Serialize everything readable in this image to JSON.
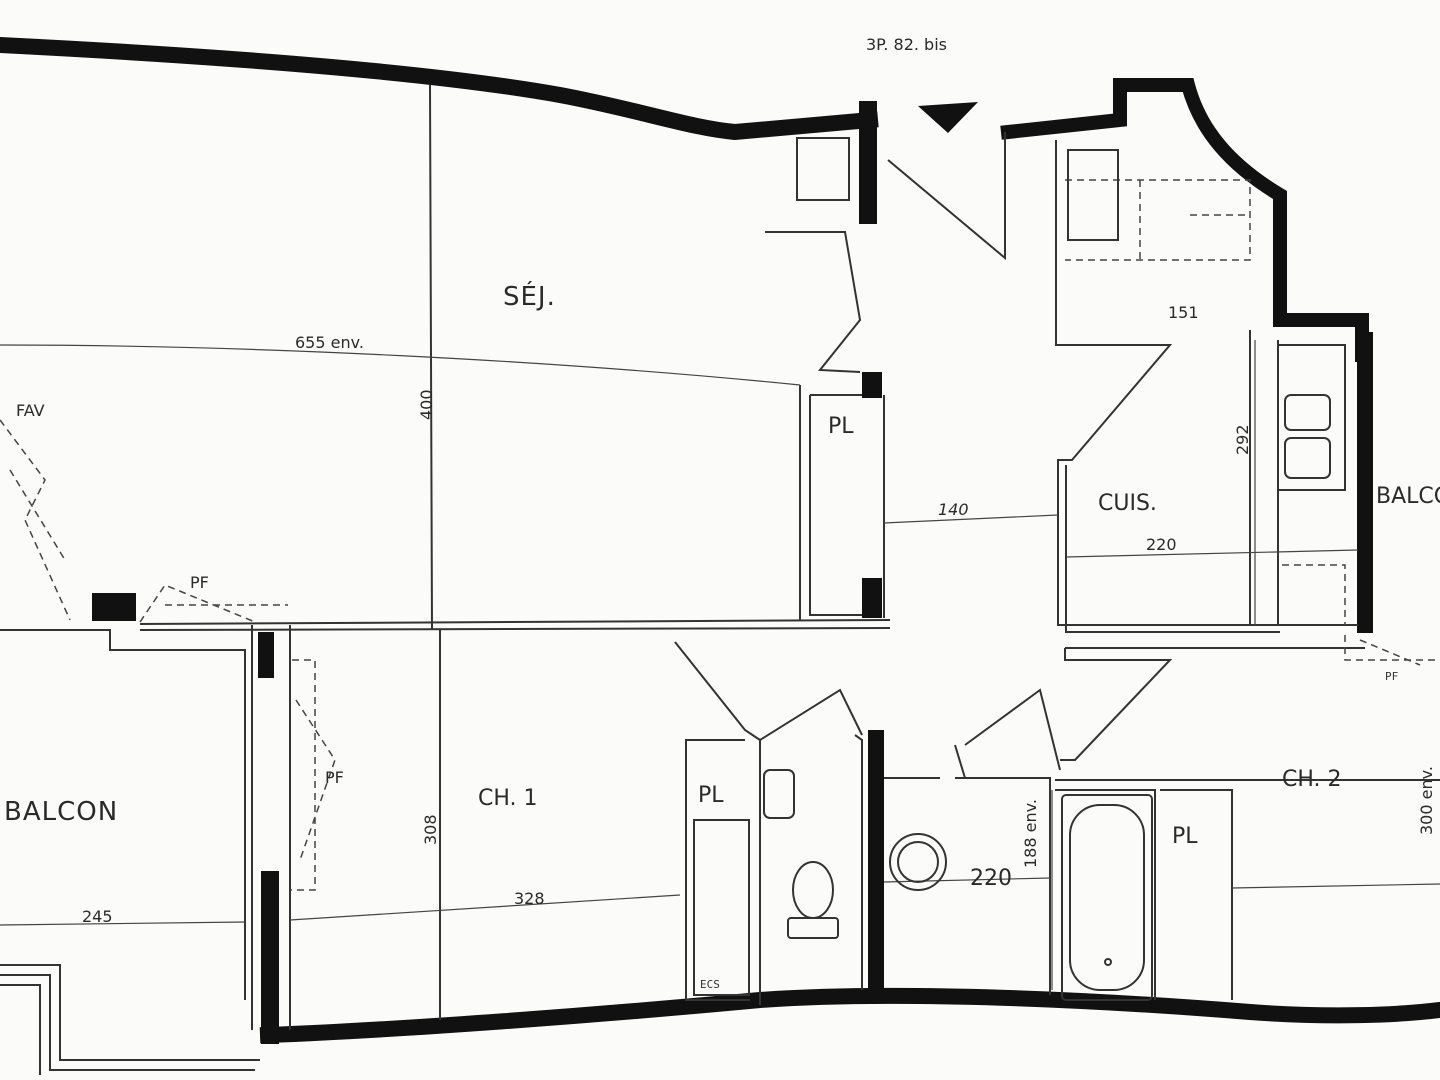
{
  "plan": {
    "reference": "3P. 82. bis",
    "wall_color": "#111111",
    "line_color": "#333333",
    "paper_color": "#fbfbfa"
  },
  "rooms": {
    "sejour": "SÉJ.",
    "cuisine": "CUIS.",
    "chambre1": "CH. 1",
    "chambre2": "CH. 2",
    "balcon_left": "BALCON",
    "balcon_right": "BALCO",
    "placard_sejour": "PL",
    "placard_ch1": "PL",
    "placard_ch2": "PL"
  },
  "fixtures": {
    "fav": "FAV",
    "pf_sejour": "PF",
    "pf_ch1": "PF",
    "pf_cuisine": "PF",
    "ecs": "ECS"
  },
  "dimensions": {
    "sejour_width": "655 env.",
    "sejour_depth": "400",
    "hall_width": "140",
    "cuisine_width": "220",
    "cuisine_depth": "292",
    "bath_width": "220",
    "bath_depth": "188 env.",
    "ch1_width": "328",
    "ch1_depth": "308",
    "ch2_depth": "300 env.",
    "balcon_width": "245",
    "cuisine_detail": "151"
  }
}
